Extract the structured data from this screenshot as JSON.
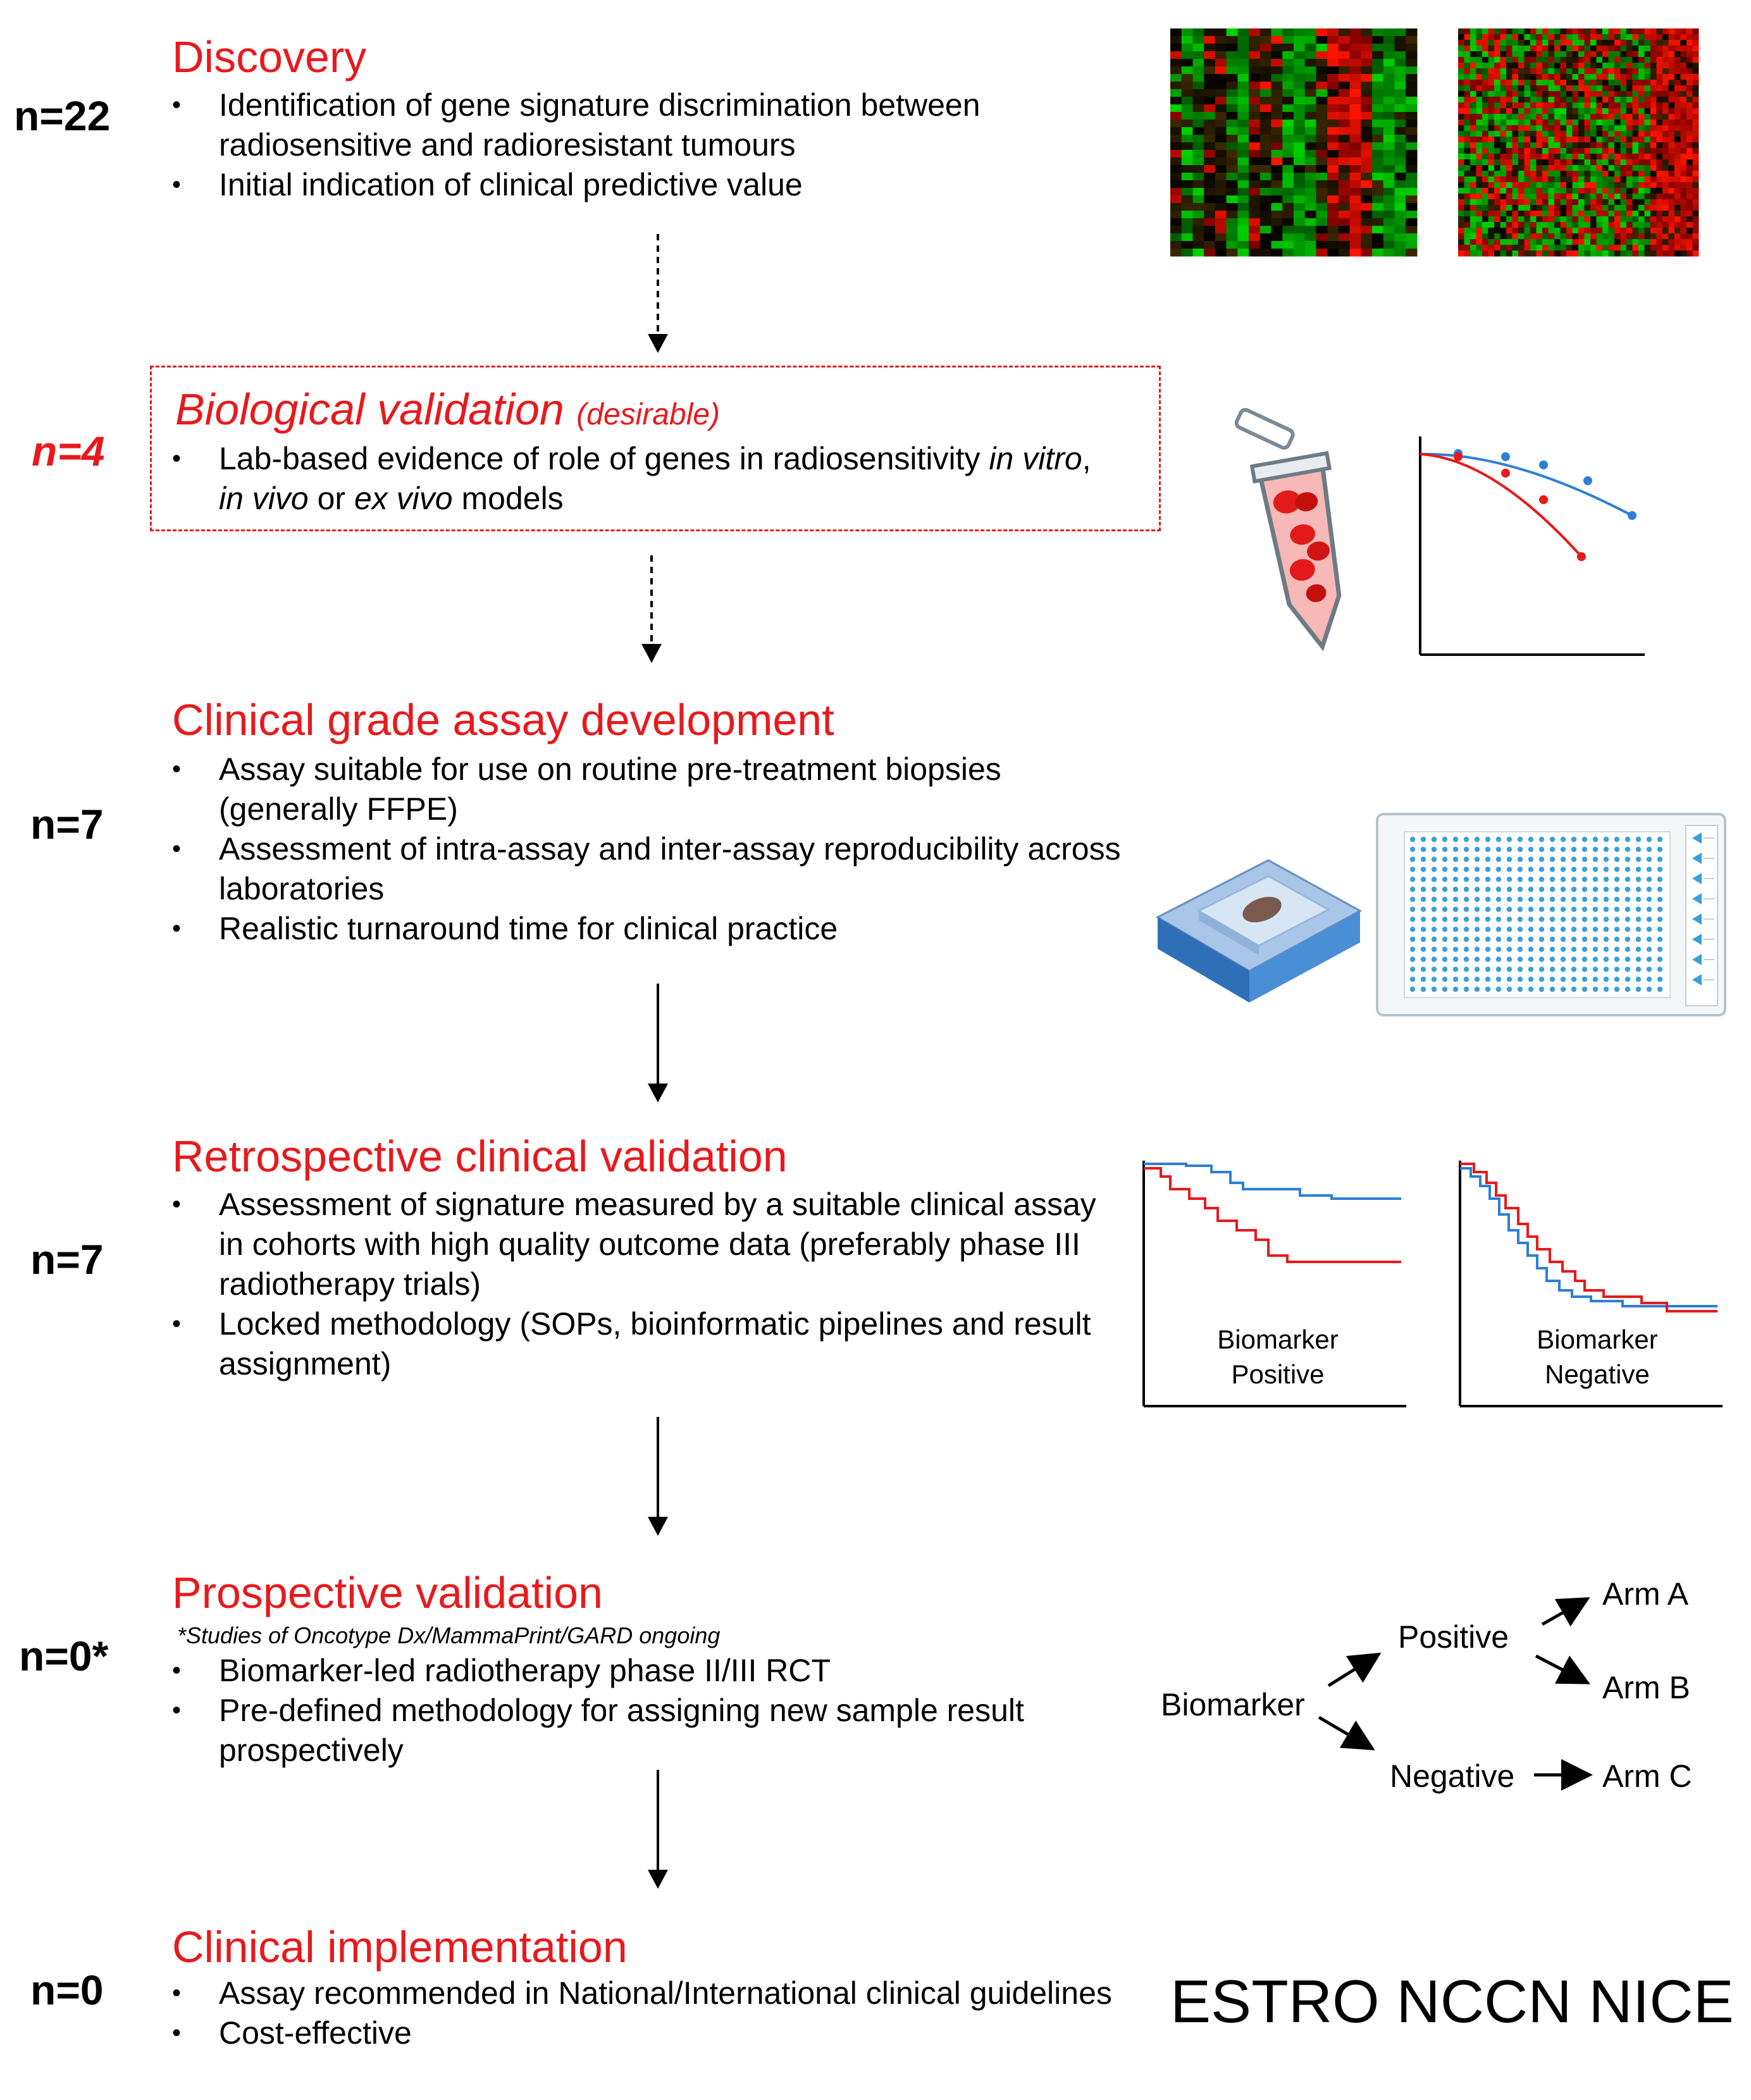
{
  "stages": [
    {
      "n": "n=22",
      "title": "Discovery",
      "bullets": [
        "Identification of gene signature discrimination between radiosensitive and radioresistant tumours",
        "Initial indication of clinical predictive value"
      ]
    },
    {
      "n": "n=4",
      "title": "Biological validation",
      "title_note": "(desirable)",
      "bullets_html": [
        "Lab-based evidence of role of genes in radiosensitivity <i>in vitro</i>, <i>in vivo</i> or <i>ex vivo</i> models"
      ]
    },
    {
      "n": "n=7",
      "title": "Clinical grade assay development",
      "bullets": [
        "Assay suitable for use on routine pre-treatment biopsies (generally FFPE)",
        "Assessment of intra-assay and inter-assay reproducibility across laboratories",
        "Realistic turnaround time for clinical practice"
      ]
    },
    {
      "n": "n=7",
      "title": "Retrospective clinical validation",
      "bullets": [
        "Assessment of signature measured by a suitable clinical assay in cohorts with high quality outcome data (preferably phase III radiotherapy trials)",
        "Locked methodology (SOPs, bioinformatic pipelines and result assignment)"
      ]
    },
    {
      "n": "n=0*",
      "title": "Prospective validation",
      "note": "*Studies of Oncotype Dx/MammaPrint/GARD ongoing",
      "bullets": [
        "Biomarker-led radiotherapy phase II/III RCT",
        "Pre-defined methodology for assigning new sample result prospectively"
      ]
    },
    {
      "n": "n=0",
      "title": "Clinical implementation",
      "bullets": [
        "Assay recommended in National/International clinical guidelines",
        "Cost-effective"
      ]
    }
  ],
  "km_charts": {
    "positive": "Biomarker Positive",
    "negative": "Biomarker Negative"
  },
  "tree": {
    "root": "Biomarker",
    "positive": "Positive",
    "negative": "Negative",
    "arm_a": "Arm A",
    "arm_b": "Arm B",
    "arm_c": "Arm C"
  },
  "guidelines": "ESTRO NCCN NICE",
  "colors": {
    "accent_red": "#e8191c",
    "curve_blue": "#2e7fd6",
    "plate_dots": "#3aa0d8"
  }
}
